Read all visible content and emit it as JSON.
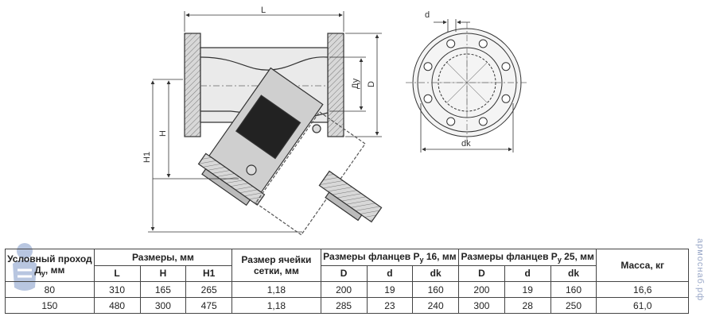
{
  "drawing": {
    "dim_L": "L",
    "dim_H": "H",
    "dim_H1": "H1",
    "dim_D": "D",
    "dim_Dy": "Ду",
    "dim_d": "d",
    "dim_dk": "dk"
  },
  "table": {
    "headers": {
      "nominal": "Условный проход Д",
      "nominal_sub": "у",
      "nominal_unit": ", мм",
      "sizes": "Размеры, мм",
      "mesh": "Размер ячейки сетки, мм",
      "flange16": "Размеры фланцев Р",
      "flange16_sub": "у",
      "flange16_rest": " 16, мм",
      "flange25": "Размеры фланцев Р",
      "flange25_sub": "у",
      "flange25_rest": " 25, мм",
      "mass": "Масса, кг"
    },
    "subheaders": [
      "L",
      "H",
      "H1",
      "D",
      "d",
      "dk",
      "D",
      "d",
      "dk"
    ],
    "rows": [
      [
        "80",
        "310",
        "165",
        "265",
        "1,18",
        "200",
        "19",
        "160",
        "200",
        "19",
        "160",
        "16,6"
      ],
      [
        "150",
        "480",
        "300",
        "475",
        "1,18",
        "285",
        "23",
        "240",
        "300",
        "28",
        "250",
        "61,0"
      ]
    ]
  },
  "watermark": "армоснаб.рф"
}
